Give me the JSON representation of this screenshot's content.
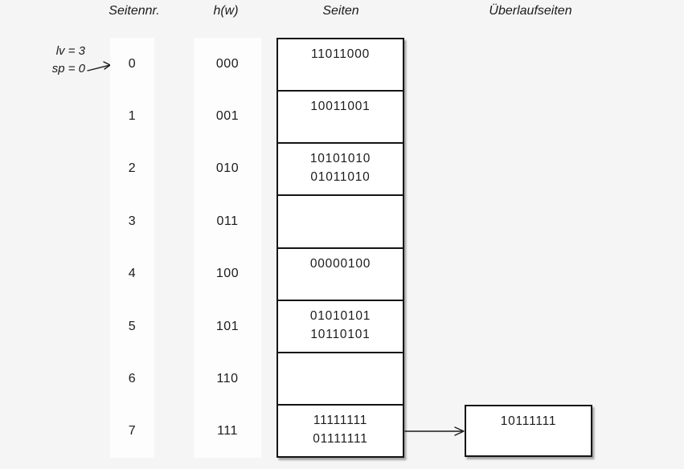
{
  "headers": {
    "seitennr": "Seitennr.",
    "hw": "h(w)",
    "seiten": "Seiten",
    "ueberlaufseiten": "Überlaufseiten"
  },
  "annotation": {
    "lv": "lv = 3",
    "sp": "sp = 0"
  },
  "rows": [
    {
      "nr": "0",
      "hw": "000",
      "entries": [
        "11011000"
      ]
    },
    {
      "nr": "1",
      "hw": "001",
      "entries": [
        "10011001"
      ]
    },
    {
      "nr": "2",
      "hw": "010",
      "entries": [
        "10101010",
        "01011010"
      ]
    },
    {
      "nr": "3",
      "hw": "011",
      "entries": []
    },
    {
      "nr": "4",
      "hw": "100",
      "entries": [
        "00000100"
      ]
    },
    {
      "nr": "5",
      "hw": "101",
      "entries": [
        "01010101",
        "10110101"
      ]
    },
    {
      "nr": "6",
      "hw": "110",
      "entries": []
    },
    {
      "nr": "7",
      "hw": "111",
      "entries": [
        "11111111",
        "01111111"
      ]
    }
  ],
  "overflow": {
    "linked_row": "7",
    "entries": [
      "10111111"
    ]
  },
  "colors": {
    "background": "#f5f5f6",
    "column_strip": "#fdfdfd",
    "box_fill": "#ffffff",
    "border": "#141414",
    "text": "#1b1b1b"
  }
}
